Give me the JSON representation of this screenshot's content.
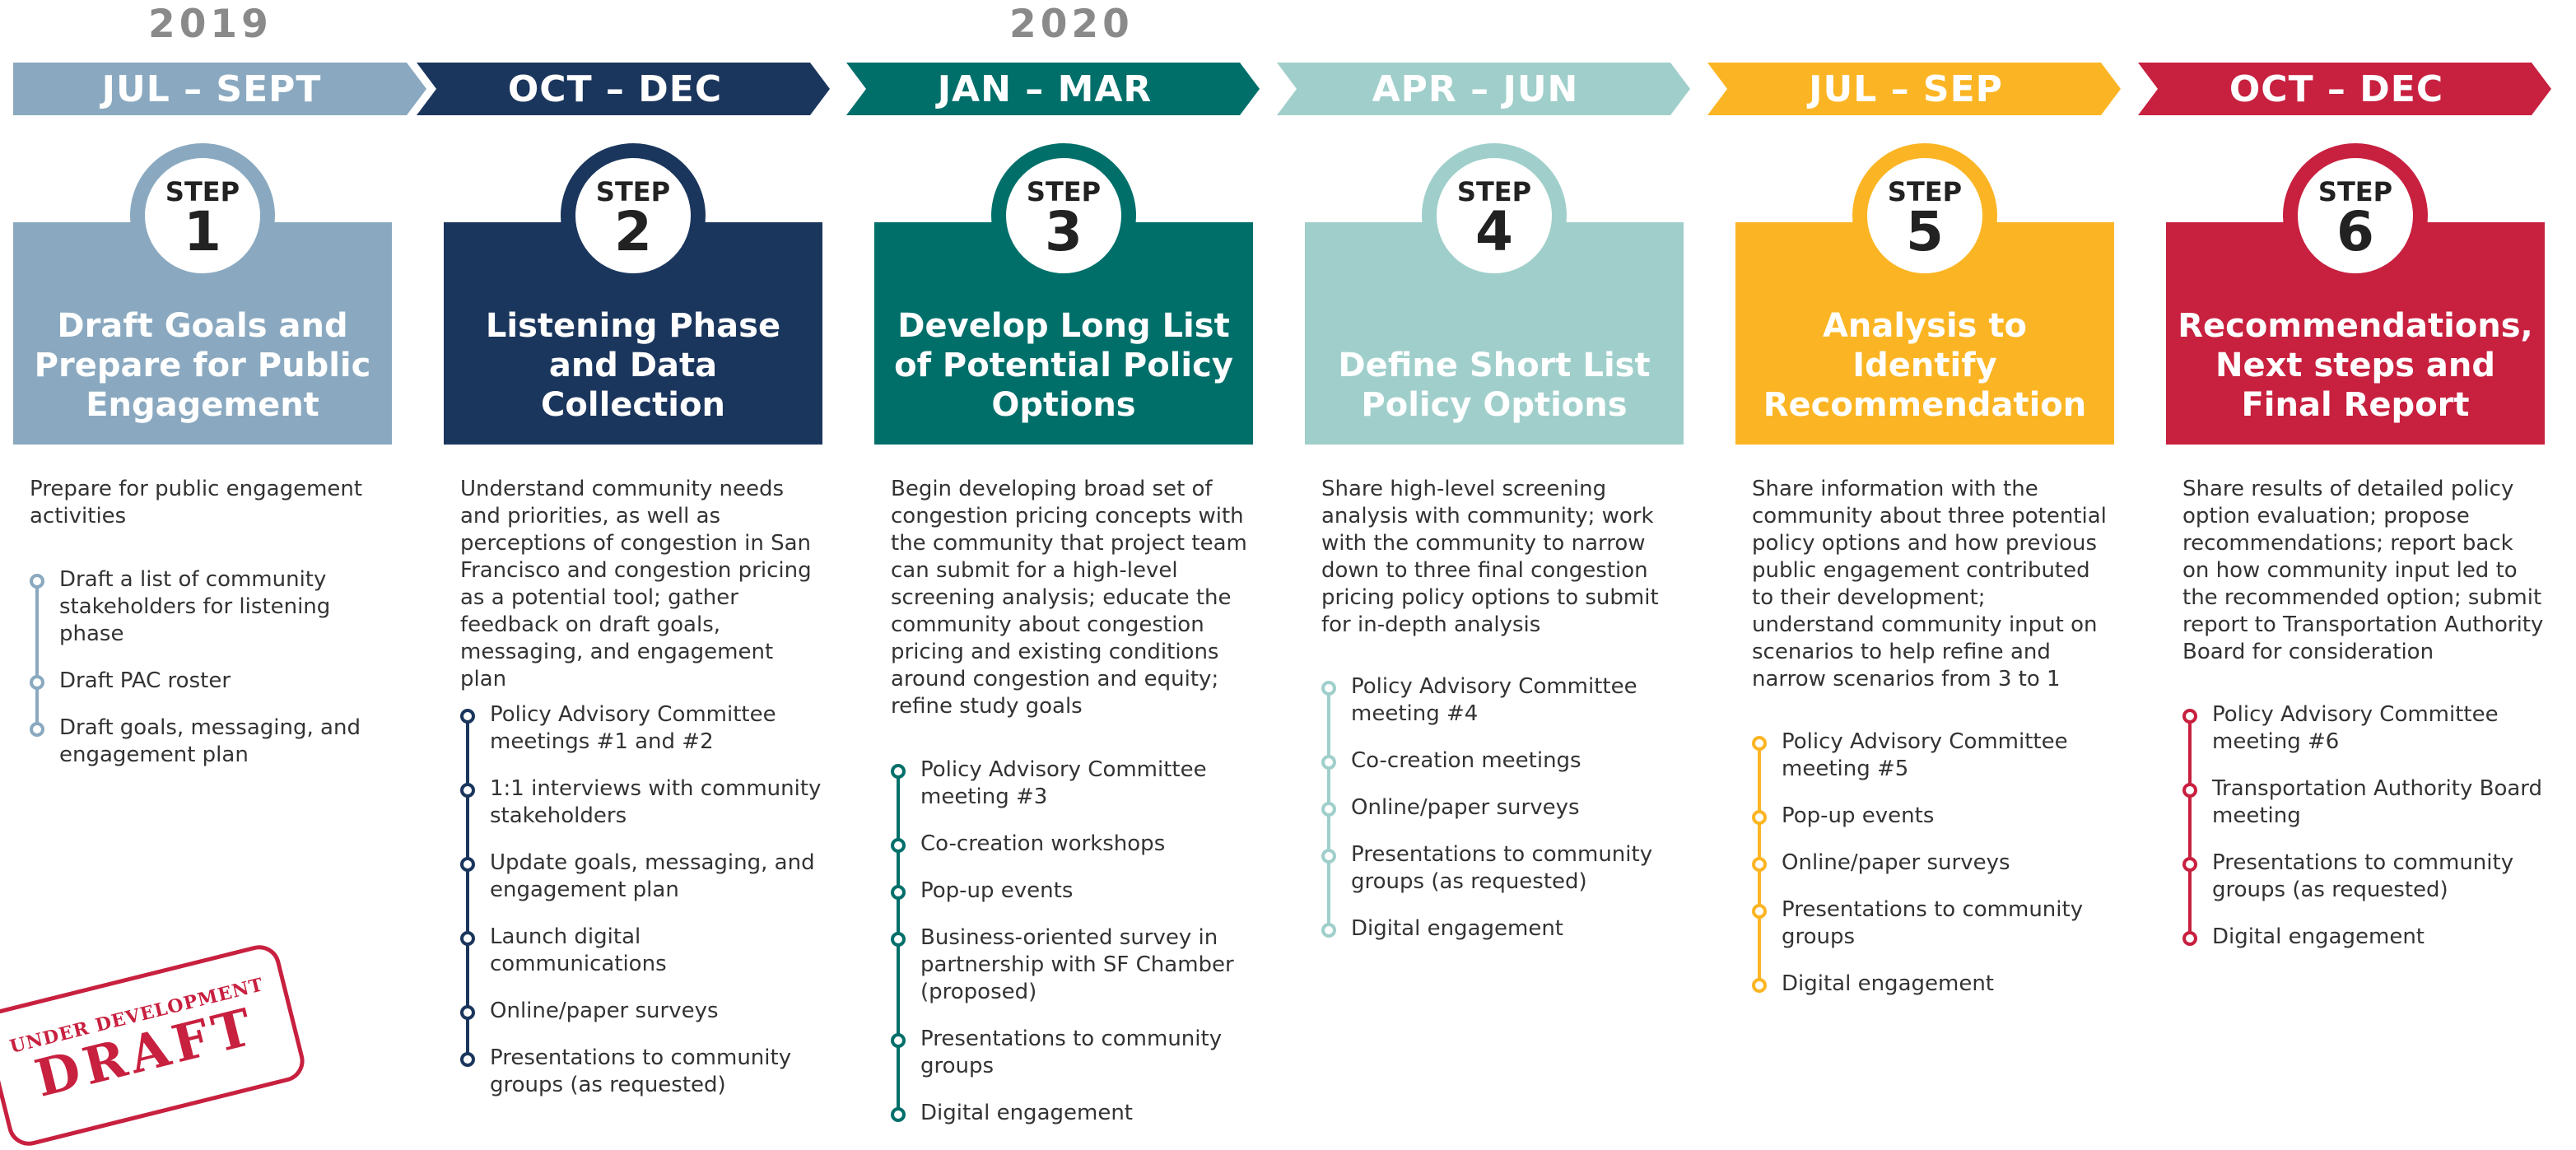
{
  "years": [
    "2019",
    "2020"
  ],
  "stamp": {
    "line1": "UNDER DEVELOPMENT",
    "line2": "DRAFT"
  },
  "colors": [
    "#8aa9c0",
    "#1b365d",
    "#006f6a",
    "#a0cfcb",
    "#fbb524",
    "#c8203f"
  ],
  "steps": [
    {
      "period": "JUL – SEPT",
      "step_label": "STEP",
      "number": "1",
      "title": "Draft Goals and Prepare for Public Engagement",
      "description": "Prepare for public engagement activities",
      "items": [
        "Draft a list of community stakeholders for listening phase",
        "Draft PAC roster",
        "Draft goals, messaging, and engagement plan"
      ]
    },
    {
      "period": "OCT – DEC",
      "step_label": "STEP",
      "number": "2",
      "title": "Listening Phase and Data Collection",
      "description": "Understand community needs and priorities, as well as perceptions of congestion in San Francisco and congestion pricing as a potential tool; gather feedback on draft goals, messaging, and engagement plan",
      "items": [
        "Policy Advisory Committee meetings #1 and #2",
        "1:1 interviews with community stakeholders",
        "Update goals, messaging, and engagement plan",
        "Launch digital communications",
        "Online/paper surveys",
        "Presentations to community groups (as requested)"
      ]
    },
    {
      "period": "JAN – MAR",
      "step_label": "STEP",
      "number": "3",
      "title": "Develop Long List of Potential Policy Options",
      "description": "Begin developing broad set of congestion pricing concepts with the community that project team can submit for a high-level screening analysis;  educate the community about congestion pricing and existing conditions around congestion and equity; refine study goals",
      "items": [
        "Policy Advisory Committee meeting #3",
        "Co-creation workshops",
        "Pop-up events",
        "Business-oriented survey in partnership with SF Chamber (proposed)",
        "Presentations to community groups",
        "Digital engagement"
      ]
    },
    {
      "period": "APR – JUN",
      "step_label": "STEP",
      "number": "4",
      "title": "Define Short List Policy Options",
      "description": "Share high-level screening analysis with community; work with the community to narrow down to three final congestion pricing policy options to submit for in-depth analysis",
      "items": [
        "Policy Advisory Committee meeting #4",
        "Co-creation meetings",
        "Online/paper surveys",
        "Presentations to community groups (as requested)",
        "Digital engagement"
      ]
    },
    {
      "period": "JUL – SEP",
      "step_label": "STEP",
      "number": "5",
      "title": "Analysis to Identify Recommendation",
      "description": "Share information with the community about three potential policy options  and how previous public engagement contributed to their development; understand community input on scenarios to help refine and narrow scenarios from 3 to 1",
      "items": [
        "Policy Advisory Committee meeting #5",
        "Pop-up events",
        "Online/paper surveys",
        "Presentations to community groups",
        "Digital engagement"
      ]
    },
    {
      "period": "OCT – DEC",
      "step_label": "STEP",
      "number": "6",
      "title": "Recommendations, Next steps and Final Report",
      "description": "Share results of detailed policy option evaluation; propose recommendations; report back on how community input led to the recommended option; submit report to Transportation Authority Board for consideration",
      "items": [
        "Policy Advisory Committee meeting #6",
        "Transportation Authority Board meeting",
        "Presentations to community groups (as requested)",
        "Digital engagement"
      ]
    }
  ]
}
